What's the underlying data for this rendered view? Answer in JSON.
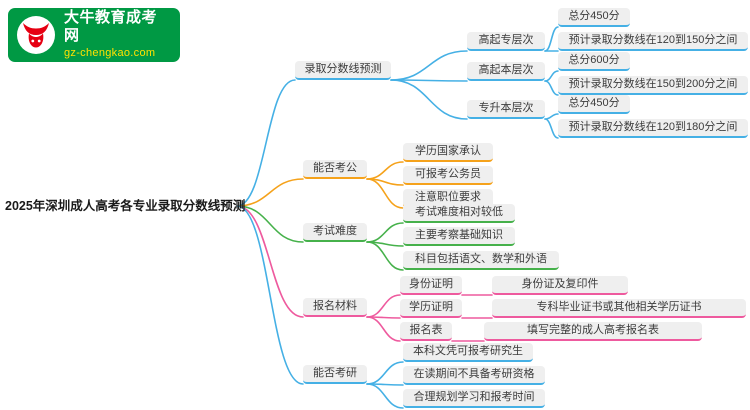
{
  "logo": {
    "title": "大牛教育成考网",
    "subtitle": "gz-chengkao.com",
    "icon": "bull-icon",
    "bg_color": "#009944",
    "subtitle_color": "#ffe100"
  },
  "root": {
    "label": "2025年深圳成人高考各专业录取分数线预测"
  },
  "branches": [
    {
      "label": "录取分数线预测",
      "color": "#45b0e5",
      "children": [
        {
          "label": "高起专层次",
          "children": [
            {
              "label": "总分450分"
            },
            {
              "label": "预计录取分数线在120到150分之间"
            }
          ]
        },
        {
          "label": "高起本层次",
          "children": [
            {
              "label": "总分600分"
            },
            {
              "label": "预计录取分数线在150到200分之间"
            }
          ]
        },
        {
          "label": "专升本层次",
          "children": [
            {
              "label": "总分450分"
            },
            {
              "label": "预计录取分数线在120到180分之间"
            }
          ]
        }
      ]
    },
    {
      "label": "能否考公",
      "color": "#f5a21b",
      "children": [
        {
          "label": "学历国家承认"
        },
        {
          "label": "可报考公务员"
        },
        {
          "label": "注意职位要求"
        }
      ]
    },
    {
      "label": "考试难度",
      "color": "#46b14b",
      "children": [
        {
          "label": "考试难度相对较低"
        },
        {
          "label": "主要考察基础知识"
        },
        {
          "label": "科目包括语文、数学和外语"
        }
      ]
    },
    {
      "label": "报名材料",
      "color": "#ee5a9e",
      "children": [
        {
          "label": "身份证明",
          "children": [
            {
              "label": "身份证及复印件"
            }
          ]
        },
        {
          "label": "学历证明",
          "children": [
            {
              "label": "专科毕业证书或其他相关学历证书"
            }
          ]
        },
        {
          "label": "报名表",
          "children": [
            {
              "label": "填写完整的成人高考报名表"
            }
          ]
        }
      ]
    },
    {
      "label": "能否考研",
      "color": "#45b0e5",
      "children": [
        {
          "label": "本科文凭可报考研究生"
        },
        {
          "label": "在读期间不具备考研资格"
        },
        {
          "label": "合理规划学习和报考时间"
        }
      ]
    }
  ]
}
